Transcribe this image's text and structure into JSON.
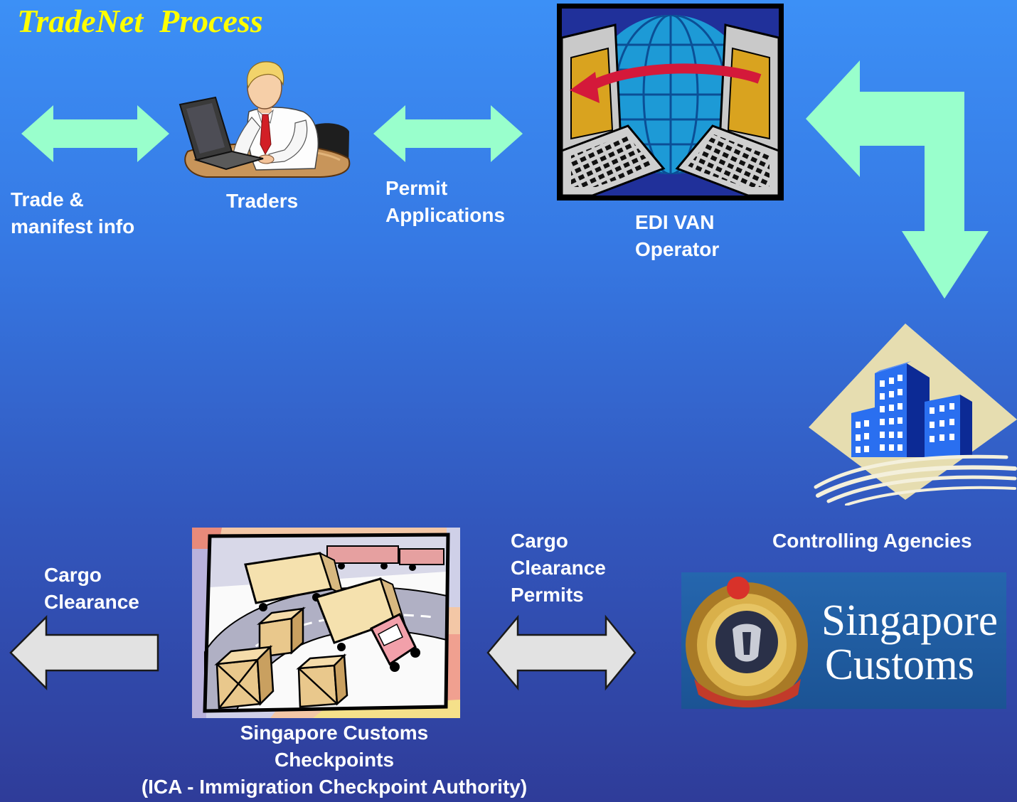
{
  "slide": {
    "title": "TradeNet  Process",
    "colors": {
      "title": "#ffff00",
      "background_top": "#3c90f6",
      "background_bottom": "#2f3c99",
      "label_text": "#ffffff",
      "flow_arrow_green": "#99ffcc",
      "flow_arrow_gray": "#e2e2e2",
      "flow_arrow_outline": "#1a1a1a"
    }
  },
  "flows": {
    "trade_manifest": {
      "lines": [
        "Trade &",
        "manifest info"
      ],
      "arrow_icon": "double-arrow-icon"
    },
    "permit_applications": {
      "lines": [
        "Permit",
        "Applications"
      ],
      "arrow_icon": "double-arrow-icon"
    },
    "edi_to_agencies": {
      "arrow_icon": "bent-double-arrow-icon"
    },
    "clearance_permits": {
      "lines": [
        "Cargo",
        "Clearance",
        "Permits"
      ],
      "arrow_icon": "double-arrow-icon"
    },
    "cargo_clearance": {
      "lines": [
        "Cargo",
        "Clearance"
      ],
      "arrow_icon": "left-arrow-icon"
    }
  },
  "actors": {
    "traders": {
      "label": "Traders",
      "icon": "trader-at-laptop-icon"
    },
    "edi_van": {
      "lines": [
        "EDI VAN",
        "Operator"
      ],
      "icon": "edi-network-globe-icon"
    },
    "agencies": {
      "label": "Controlling Agencies",
      "icon": "office-buildings-icon"
    },
    "customs": {
      "logo_text": [
        "Singapore",
        "Customs"
      ],
      "icon": "customs-crest-icon"
    },
    "checkpoints": {
      "lines": [
        "Singapore Customs",
        "Checkpoints",
        "(ICA - Immigration Checkpoint Authority)"
      ],
      "icon": "cargo-trucks-icon"
    }
  }
}
